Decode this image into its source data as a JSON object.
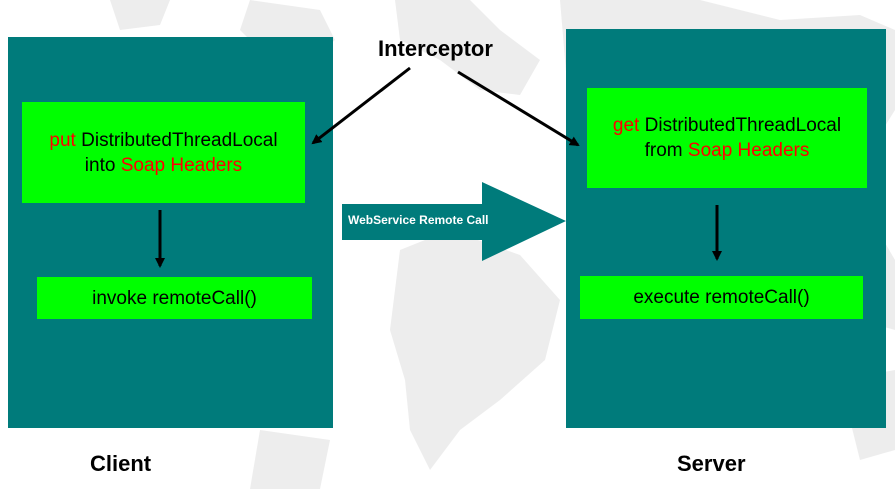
{
  "diagram": {
    "interceptor_label": "Interceptor",
    "remote_call_label": "WebService Remote Call",
    "client": {
      "label": "Client",
      "put_box": {
        "verb": "put",
        "object": " DistributedThreadLocal",
        "preposition": "into ",
        "target": "Soap Headers"
      },
      "invoke_box": "invoke remoteCall()"
    },
    "server": {
      "label": "Server",
      "get_box": {
        "verb": "get",
        "object": " DistributedThreadLocal",
        "preposition": "from ",
        "target": "Soap Headers"
      },
      "exec_box": "execute remoteCall()"
    }
  },
  "colors": {
    "panel": "#007b7b",
    "box": "#00ff00",
    "highlight": "#ff0000",
    "arrow": "#000000"
  }
}
